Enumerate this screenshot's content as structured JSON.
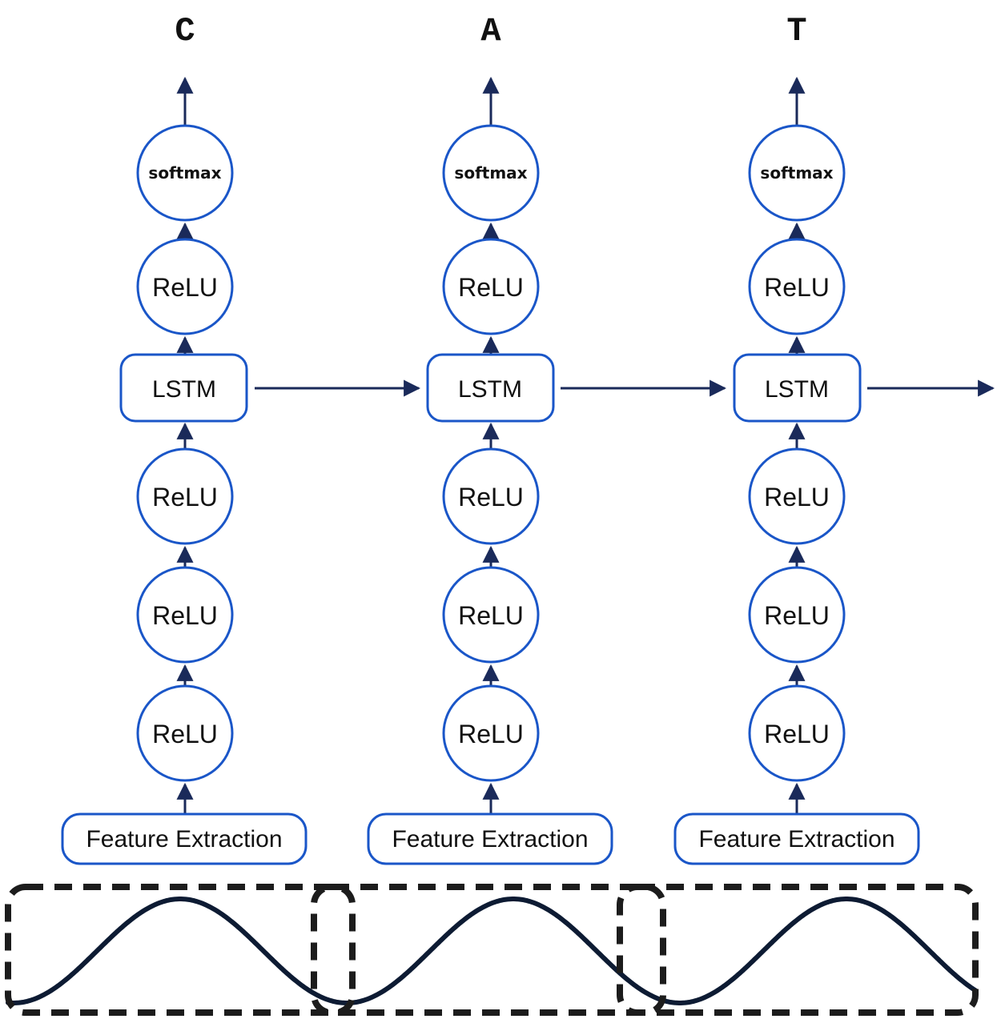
{
  "columns": [
    {
      "output_char": "C",
      "layers_top": [
        "softmax",
        "ReLU"
      ],
      "recurrent": "LSTM",
      "layers_bottom": [
        "ReLU",
        "ReLU",
        "ReLU"
      ],
      "input": "Feature Extraction"
    },
    {
      "output_char": "A",
      "layers_top": [
        "softmax",
        "ReLU"
      ],
      "recurrent": "LSTM",
      "layers_bottom": [
        "ReLU",
        "ReLU",
        "ReLU"
      ],
      "input": "Feature Extraction"
    },
    {
      "output_char": "T",
      "layers_top": [
        "softmax",
        "ReLU"
      ],
      "recurrent": "LSTM",
      "layers_bottom": [
        "ReLU",
        "ReLU",
        "ReLU"
      ],
      "input": "Feature Extraction"
    }
  ],
  "colors": {
    "node_stroke": "#1a56c8",
    "arrow": "#1a2a5a",
    "signal": "#0d1b33",
    "window_dash": "#1c1c1c"
  }
}
